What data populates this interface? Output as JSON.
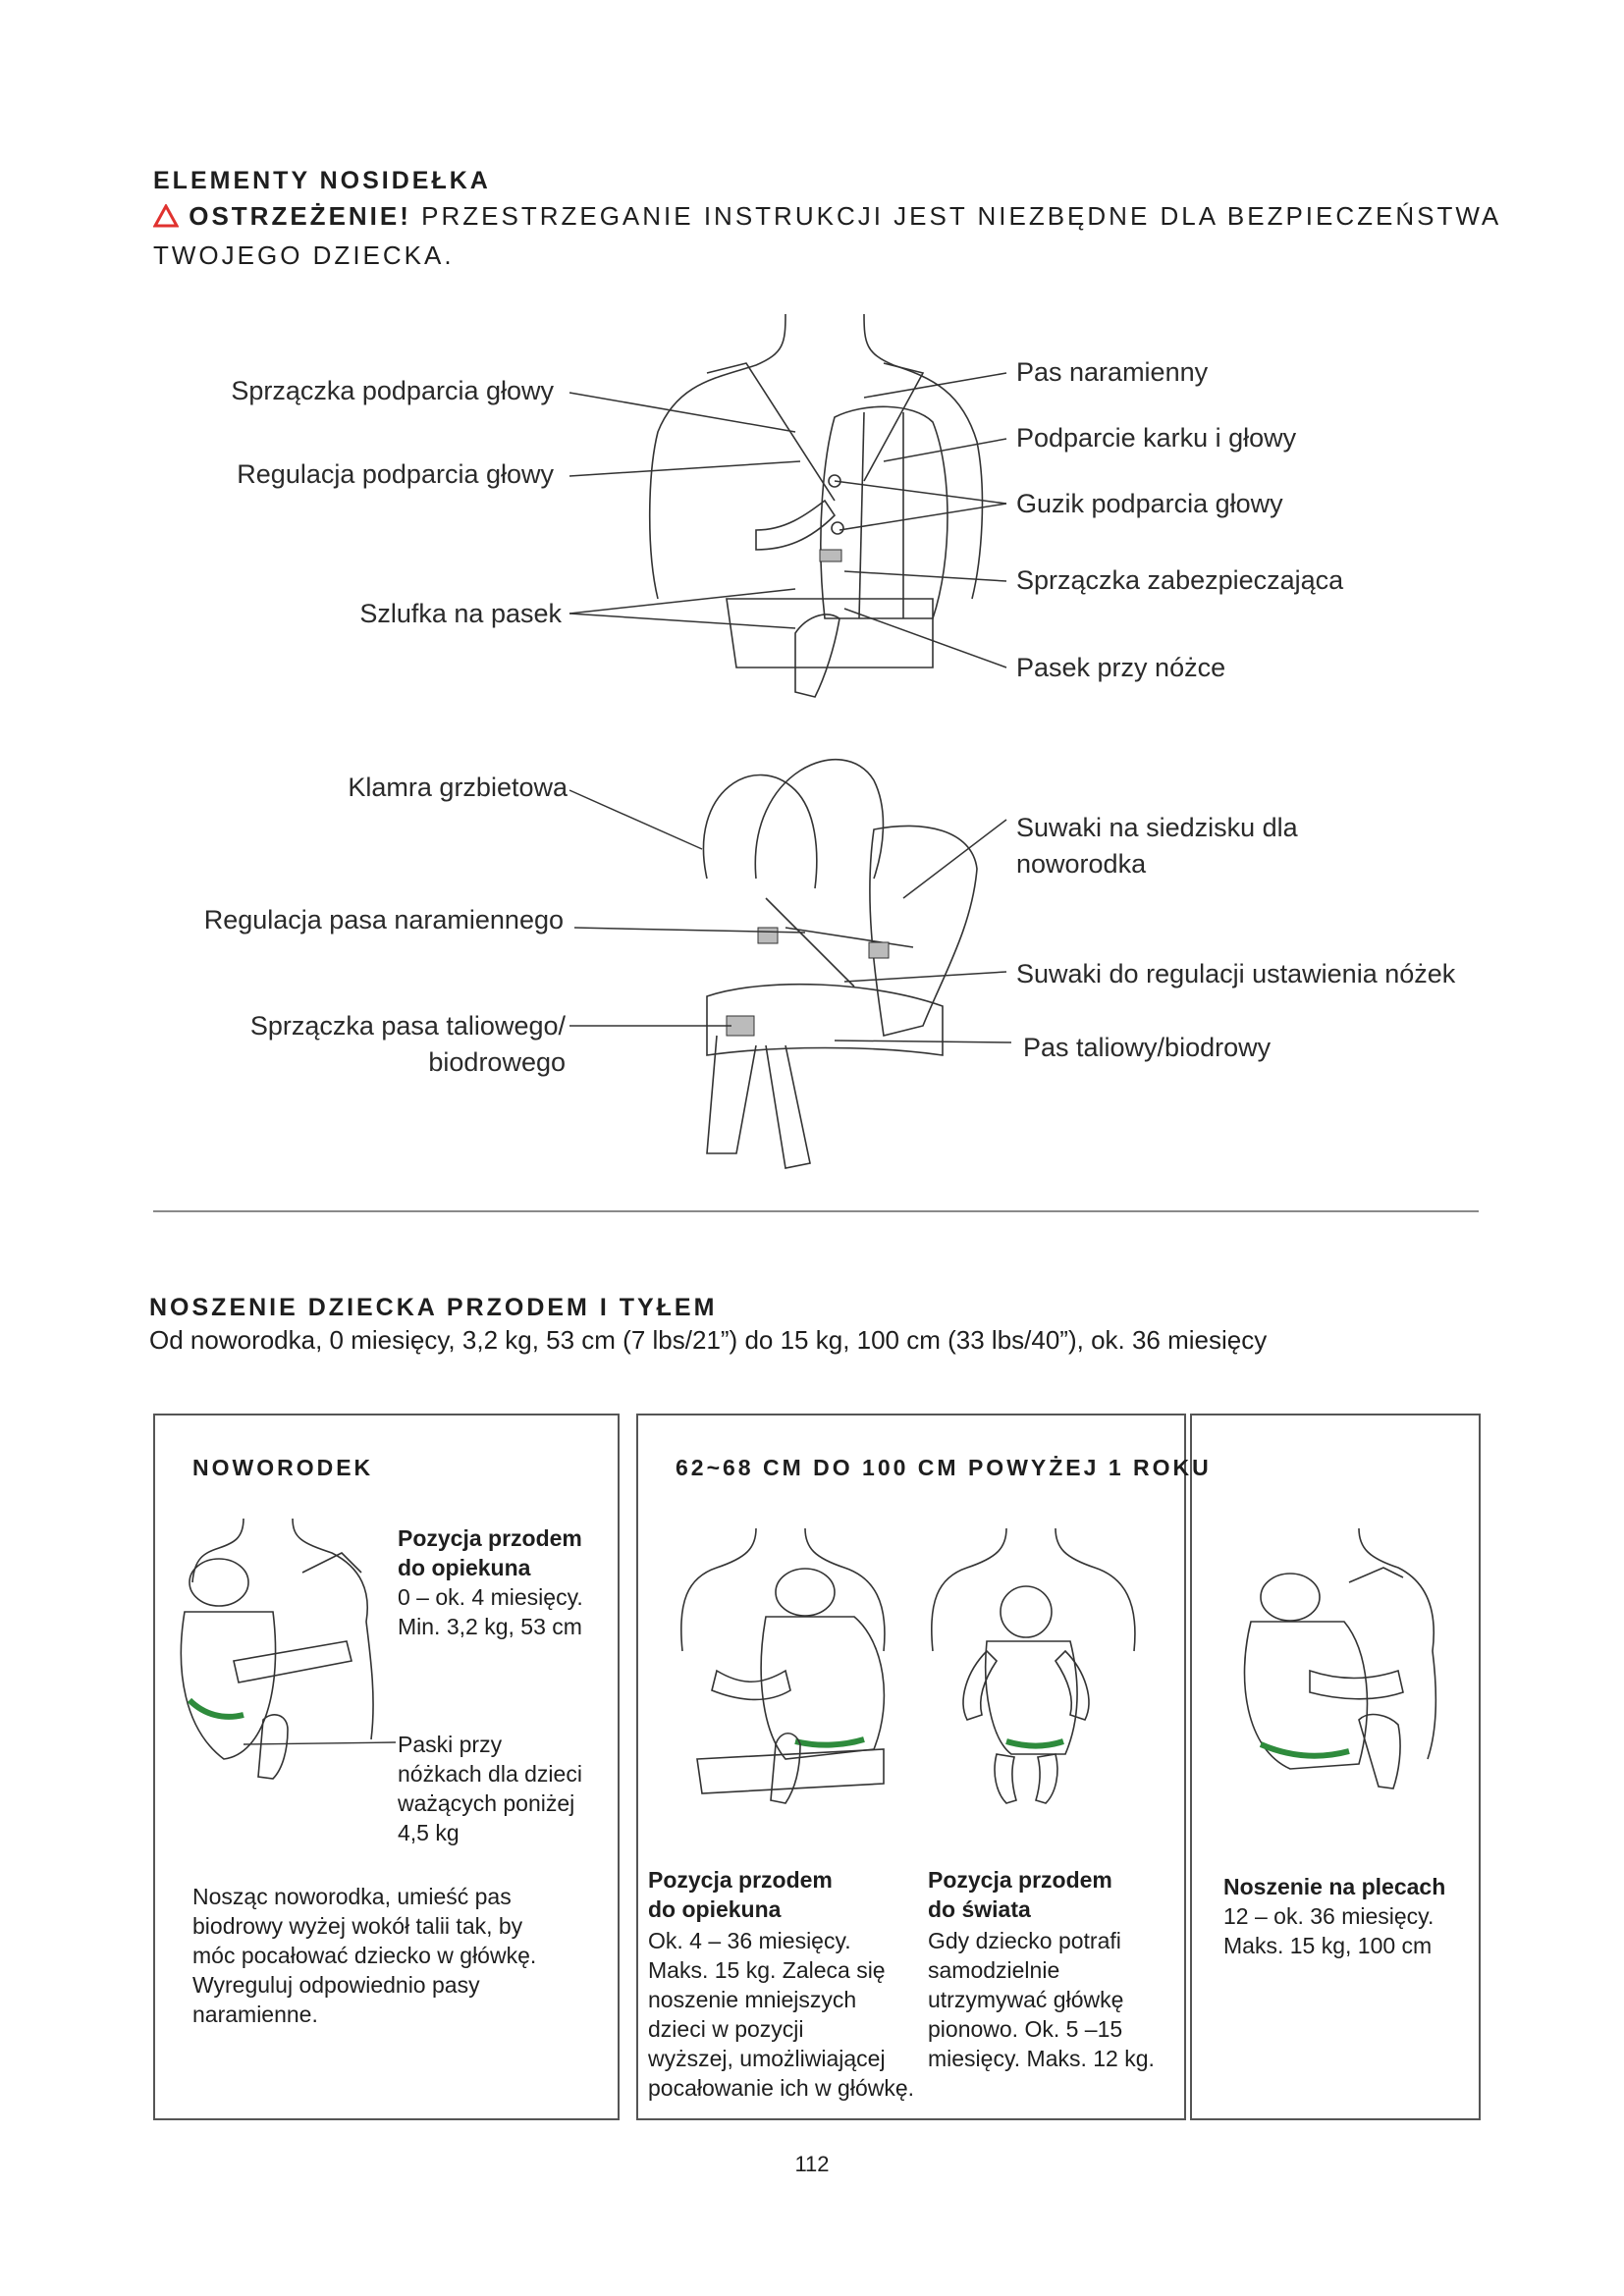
{
  "section1": {
    "heading": "ELEMENTY NOSIDEŁKA",
    "warning_label": "OSTRZEŻENIE!",
    "warning_text_1": " PRZESTRZEGANIE INSTRUKCJI JEST NIEZBĘDNE DLA BEZPIECZEŃSTWA",
    "warning_text_2": "TWOJEGO DZIECKA."
  },
  "parts_front": {
    "left": [
      "Sprzączka podparcia głowy",
      "Regulacja podparcia głowy",
      "Szlufka na pasek"
    ],
    "right": [
      "Pas naramienny",
      "Podparcie karku i głowy",
      "Guzik podparcia głowy",
      "Sprzączka zabezpieczająca",
      "Pasek przy nóżce"
    ]
  },
  "parts_back": {
    "left": [
      "Klamra grzbietowa",
      "Regulacja pasa naramiennego",
      "Sprzączka pasa taliowego/",
      "biodrowego"
    ],
    "right": [
      "Suwaki na siedzisku dla",
      "noworodka",
      "Suwaki do regulacji ustawienia nóżek",
      "Pas taliowy/biodrowy"
    ]
  },
  "section2": {
    "heading": "NOSZENIE DZIECKA PRZODEM I TYŁEM",
    "subtitle": "Od noworodka, 0 miesięcy, 3,2 kg, 53 cm (7 lbs/21”) do 15 kg, 100 cm (33 lbs/40”), ok. 36 miesięcy"
  },
  "box_newborn": {
    "title": "NOWORODEK",
    "pos_title_1": "Pozycja przodem",
    "pos_title_2": "do opiekuna",
    "pos_text_1": "0 – ok. 4 miesięcy.",
    "pos_text_2": "Min. 3,2 kg, 53 cm",
    "leg_1": "Paski przy",
    "leg_2": "nóżkach dla dzieci",
    "leg_3": "ważących poniżej",
    "leg_4": "4,5 kg",
    "note": [
      "Nosząc noworodka, umieść pas",
      "biodrowy wyżej wokół talii tak, by",
      "móc pocałować dziecko w główkę.",
      "Wyreguluj odpowiednio pasy",
      "naramienne."
    ]
  },
  "box_older": {
    "title": "62~68 CM DO 100 CM POWYŻEJ 1 ROKU",
    "col1_title": [
      "Pozycja przodem",
      "do opiekuna"
    ],
    "col1_text": [
      "Ok. 4 – 36 miesięcy.",
      "Maks. 15 kg. Zaleca się",
      "noszenie mniejszych",
      "dzieci w pozycji",
      "wyższej, umożliwiającej",
      "pocałowanie ich w główkę."
    ],
    "col2_title": [
      "Pozycja przodem",
      "do świata"
    ],
    "col2_text": [
      "Gdy dziecko potrafi",
      "samodzielnie",
      "utrzymywać główkę",
      "pionowo. Ok. 5 –15",
      "miesięcy. Maks. 12 kg."
    ]
  },
  "box_back": {
    "title": "Noszenie na plecach",
    "text": [
      "12 – ok. 36 miesięcy.",
      "Maks. 15 kg, 100 cm"
    ]
  },
  "page_number": "112",
  "colors": {
    "warning_red": "#e0322f",
    "leg_strap_green": "#2e8b3c"
  }
}
